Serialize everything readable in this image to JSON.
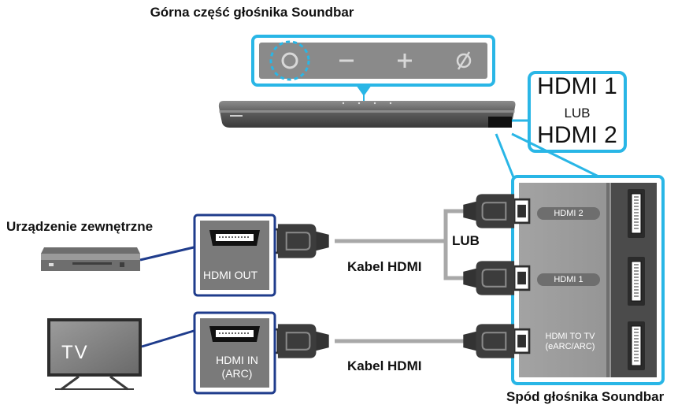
{
  "labels": {
    "soundbar_top": "Górna część głośnika Soundbar",
    "soundbar_bottom": "Spód głośnika Soundbar",
    "external_device": "Urządzenie zewnętrzne",
    "hdmi_cable_1": "Kabel HDMI",
    "hdmi_cable_2": "Kabel HDMI",
    "or_between_ports": "LUB",
    "callout_hdmi1": "HDMI 1",
    "callout_or": "LUB",
    "callout_hdmi2": "HDMI 2",
    "tv": "TV",
    "hdmi_out": "HDMI OUT",
    "hdmi_in_line1": "HDMI IN",
    "hdmi_in_line2": "(ARC)",
    "port_hdmi2": "HDMI 2",
    "port_hdmi1": "HDMI 1",
    "port_tv_line1": "HDMI TO TV",
    "port_tv_line2": "(eARC/ARC)"
  },
  "top_panel_icons": [
    "power-icon",
    "minus-icon",
    "plus-icon",
    "source-icon"
  ],
  "colors": {
    "accent": "#29b6e6",
    "device_box": "#1f3c8c",
    "plug": "#3a3a3a",
    "cable": "#a8a8a8",
    "pill": "#6e6e6e"
  }
}
